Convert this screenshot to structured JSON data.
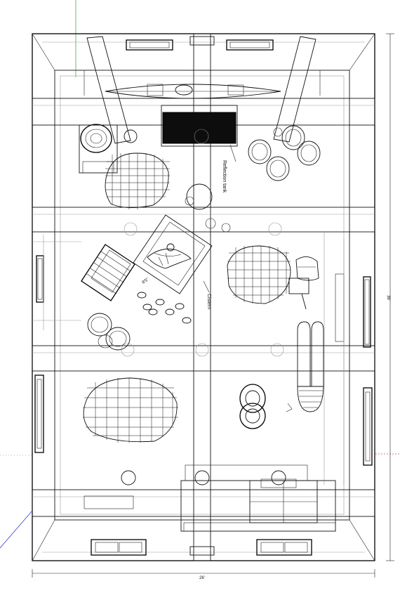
{
  "labels": {
    "reflection_tank": "Reflection tank",
    "cistern": "Cistern"
  },
  "dimensions": {
    "height": "36'",
    "width": "26'",
    "inner": "8'5\""
  },
  "colors": {
    "line": "#111111",
    "axis_green": "#3cb43c",
    "axis_red": "#e04a4a",
    "axis_blue": "#3a3ad8"
  }
}
